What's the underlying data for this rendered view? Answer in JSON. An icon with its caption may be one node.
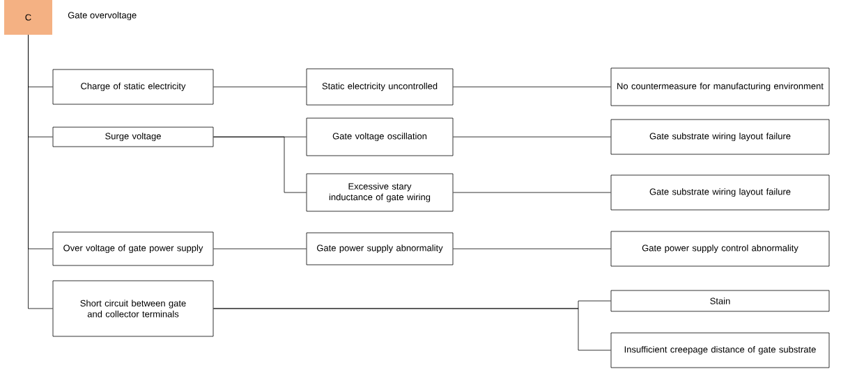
{
  "diagram": {
    "nodes": [
      {
        "text": [
          "C"
        ],
        "beside": [
          "Gate overvoltage"
        ]
      },
      {
        "text": [
          "Charge of static electricity"
        ]
      },
      {
        "text": [
          "Static electricity uncontrolled"
        ]
      },
      {
        "text": [
          "No countermeasure for manufacturing environment"
        ]
      },
      {
        "text": [
          "Surge voltage"
        ]
      },
      {
        "text": [
          "Gate voltage oscillation"
        ]
      },
      {
        "text": [
          "Gate substrate wiring layout failure"
        ]
      },
      {
        "text": [
          "Excessive stary inductance of gate wiring"
        ]
      },
      {
        "text": [
          "Gate substrate wiring layout failure"
        ]
      },
      {
        "text": [
          "Over voltage of gate power supply"
        ]
      },
      {
        "text": [
          "Gate power supply abnormality"
        ]
      },
      {
        "text": [
          "Gate power supply control abnormality"
        ]
      },
      {
        "text": [
          "Short circuit between gate and collector terminals"
        ]
      },
      {
        "text": [
          "Stain"
        ]
      },
      {
        "text": [
          "Insufficient creepage distance of gate substrate"
        ]
      }
    ],
    "edges": [
      {
        "from": 0,
        "to": 1,
        "arrow": "none"
      },
      {
        "from": 0,
        "to": 4,
        "arrow": "none"
      },
      {
        "from": 0,
        "to": 9,
        "arrow": "none"
      },
      {
        "from": 0,
        "to": 12,
        "arrow": "none"
      },
      {
        "from": 1,
        "to": 2,
        "arrow": "none"
      },
      {
        "from": 2,
        "to": 3,
        "arrow": "none"
      },
      {
        "from": 4,
        "to": 5,
        "arrow": "none"
      },
      {
        "from": 4,
        "to": 7,
        "arrow": "none"
      },
      {
        "from": 5,
        "to": 6,
        "arrow": "none"
      },
      {
        "from": 7,
        "to": 8,
        "arrow": "none"
      },
      {
        "from": 9,
        "to": 10,
        "arrow": "none"
      },
      {
        "from": 10,
        "to": 11,
        "arrow": "none"
      },
      {
        "from": 12,
        "to": 13,
        "arrow": "none"
      },
      {
        "from": 12,
        "to": 14,
        "arrow": "none"
      }
    ]
  }
}
